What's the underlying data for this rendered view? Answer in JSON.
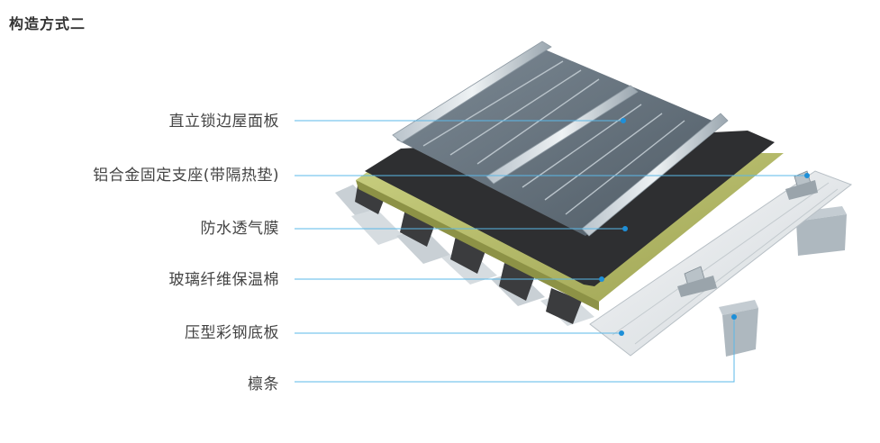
{
  "title": "构造方式二",
  "labels": [
    "直立锁边屋面板",
    "铝合金固定支座(带隔热垫)",
    "防水透气膜",
    "玻璃纤维保温棉",
    "压型彩钢底板",
    "檩条"
  ],
  "colors": {
    "leader_line": "#5bb8e8",
    "leader_dot": "#1e8fd8",
    "roof_panel": "#6a7883",
    "membrane": "#2e2f31",
    "insulation": "#b8be6a",
    "steel_deck": "#e9ecee",
    "purlin": "#cfd6dc"
  }
}
